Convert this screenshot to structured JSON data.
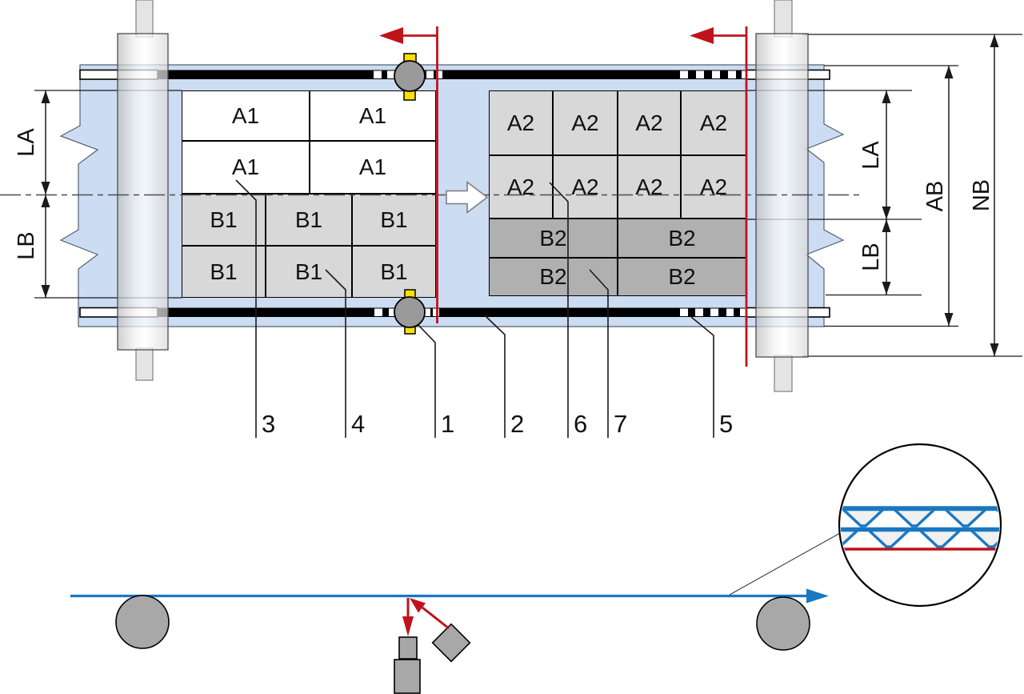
{
  "diagram": {
    "title": "web-layout-register-diagram",
    "left_panel": {
      "a_cells": [
        "A1",
        "A1",
        "A1",
        "A1"
      ],
      "b_cells": [
        "B1",
        "B1",
        "B1",
        "B1",
        "B1",
        "B1"
      ]
    },
    "right_panel": {
      "a_cells": [
        "A2",
        "A2",
        "A2",
        "A2",
        "A2",
        "A2",
        "A2",
        "A2"
      ],
      "b_cells": [
        "B2",
        "B2",
        "B2",
        "B2"
      ]
    },
    "dimensions": {
      "left_la": "LA",
      "left_lb": "LB",
      "right_la": "LA",
      "right_lb": "LB",
      "ab": "AB",
      "nb": "NB"
    },
    "callouts": {
      "c1": "1",
      "c2": "2",
      "c3": "3",
      "c4": "4",
      "c5": "5",
      "c6": "6",
      "c7": "7"
    },
    "colors": {
      "web_blue": "#ccdcf3",
      "cell_white": "#ffffff",
      "cell_light_gray": "#d8d8d8",
      "cell_dark_gray": "#b0b0b0",
      "accent_red": "#bf131c",
      "flute_blue": "#1a78c2",
      "marker_yellow": "#ffe000",
      "machine_gray": "#a8a8a8",
      "print_bar_black": "#000000"
    }
  }
}
